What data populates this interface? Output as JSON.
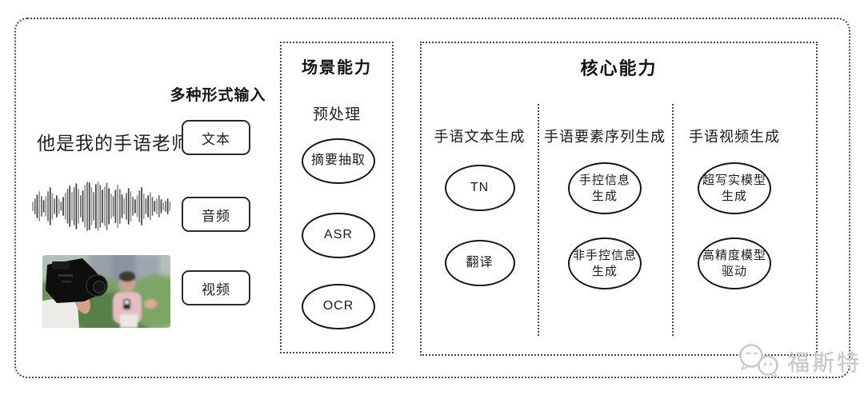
{
  "colors": {
    "line": "#161616",
    "dotted_border": "#4a4a4a",
    "text": "#1c1c1c",
    "watermark": "#c7c7c7",
    "background": "#ffffff"
  },
  "input_section": {
    "title": "多种形式输入",
    "sample_text": "他是我的手语老师",
    "waveform_icon": "audio-waveform-icon",
    "video_thumbnail": "news-interview-video-thumbnail",
    "items": [
      {
        "label": "文本"
      },
      {
        "label": "音频"
      },
      {
        "label": "视频"
      }
    ]
  },
  "scene_box": {
    "title": "场景能力",
    "stage_label": "预处理",
    "nodes": [
      {
        "label": "摘要抽取"
      },
      {
        "label": "ASR"
      },
      {
        "label": "OCR"
      }
    ]
  },
  "core_box": {
    "title": "核心能力",
    "columns": [
      {
        "label": "手语文本生成",
        "nodes": [
          {
            "line1": "TN",
            "line2": ""
          },
          {
            "line1": "翻译",
            "line2": ""
          }
        ]
      },
      {
        "label": "手语要素序列生成",
        "nodes": [
          {
            "line1": "手控信息",
            "line2": "生成"
          },
          {
            "line1": "非手控信息",
            "line2": "生成"
          }
        ]
      },
      {
        "label": "手语视频生成",
        "nodes": [
          {
            "line1": "超写实模型",
            "line2": "生成"
          },
          {
            "line1": "高精度模型",
            "line2": "驱动"
          }
        ]
      }
    ]
  },
  "watermark": {
    "label": "福斯特",
    "icon": "chat-faces-icon"
  }
}
